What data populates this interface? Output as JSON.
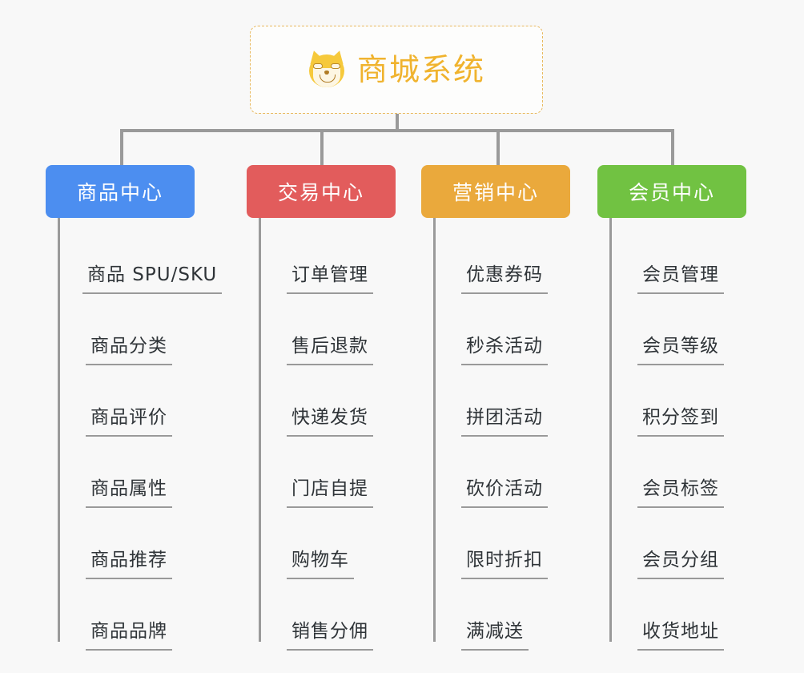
{
  "root": {
    "title": "商城系统",
    "icon": "shiba-inu-icon",
    "border_color": "#e8b95f",
    "text_color": "#f0b32e",
    "background": "#fdfdfc"
  },
  "canvas": {
    "background": "#f8f8f8",
    "connector_color": "#9a9a9a"
  },
  "branches": [
    {
      "id": "product-center",
      "label": "商品中心",
      "color": "#4c8ef0",
      "items": [
        "商品 SPU/SKU",
        "商品分类",
        "商品评价",
        "商品属性",
        "商品推荐",
        "商品品牌"
      ]
    },
    {
      "id": "trade-center",
      "label": "交易中心",
      "color": "#e25c5c",
      "items": [
        "订单管理",
        "售后退款",
        "快递发货",
        "门店自提",
        "购物车",
        "销售分佣"
      ]
    },
    {
      "id": "marketing-center",
      "label": "营销中心",
      "color": "#eaa93c",
      "items": [
        "优惠券码",
        "秒杀活动",
        "拼团活动",
        "砍价活动",
        "限时折扣",
        "满减送"
      ]
    },
    {
      "id": "member-center",
      "label": "会员中心",
      "color": "#71c242",
      "items": [
        "会员管理",
        "会员等级",
        "积分签到",
        "会员标签",
        "会员分组",
        "收货地址"
      ]
    }
  ]
}
